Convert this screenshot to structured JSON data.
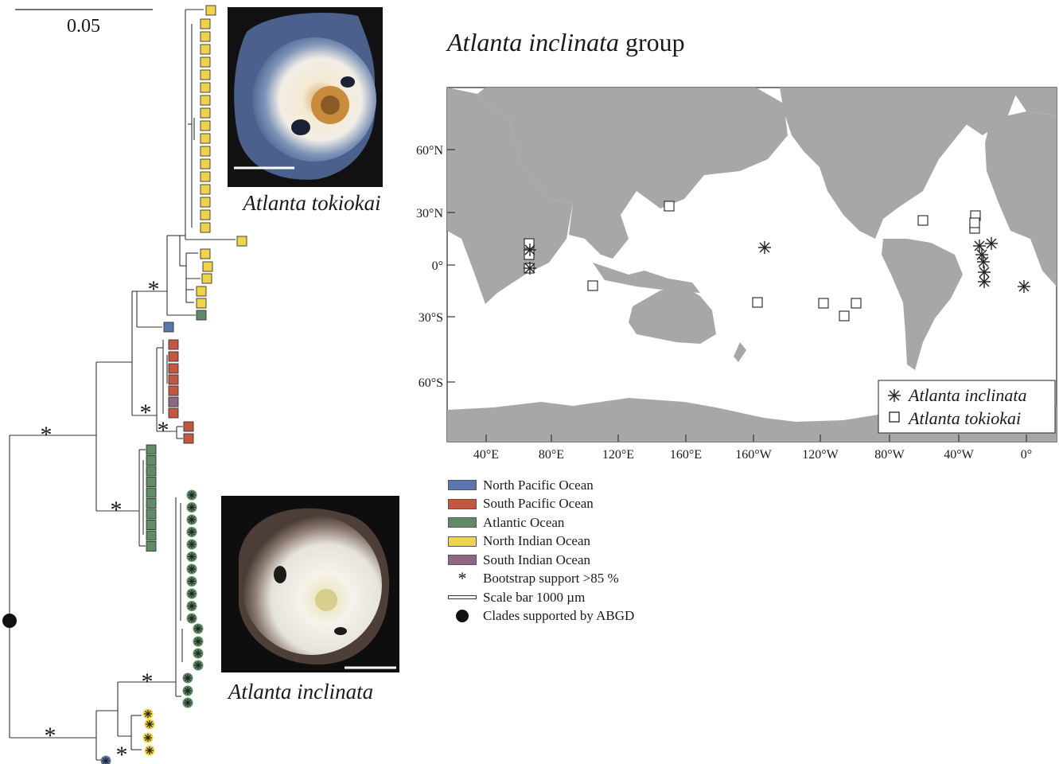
{
  "tree": {
    "scale_label": "0.05",
    "support_marker": "*"
  },
  "photos": {
    "tokiokai_caption": "Atlanta tokiokai",
    "inclinata_caption": "Atlanta inclinata"
  },
  "map": {
    "title_italic": "Atlanta inclinata",
    "title_plain": "group",
    "lat_labels": [
      "60°N",
      "30°N",
      "0°",
      "30°S",
      "60°S"
    ],
    "lon_labels": [
      "40°E",
      "80°E",
      "120°E",
      "160°E",
      "160°W",
      "120°W",
      "80°W",
      "40°W",
      "0°"
    ],
    "legend": {
      "inclinata": "Atlanta inclinata",
      "tokiokai": "Atlanta tokiokai"
    },
    "colors": {
      "land": "#a7a7a7",
      "ocean": "#ffffff"
    }
  },
  "legend": {
    "items": [
      {
        "label": "North Pacific Ocean",
        "color": "#5a77ad"
      },
      {
        "label": "South Pacific Ocean",
        "color": "#c4573f"
      },
      {
        "label": "Atlantic Ocean",
        "color": "#5f8c66"
      },
      {
        "label": "North Indian Ocean",
        "color": "#efd348"
      },
      {
        "label": "South Indian Ocean",
        "color": "#8f6784"
      }
    ],
    "bootstrap": "Bootstrap support >85 %",
    "scale": "Scale bar 1000 µm",
    "abgd": "Clades supported by ABGD"
  }
}
